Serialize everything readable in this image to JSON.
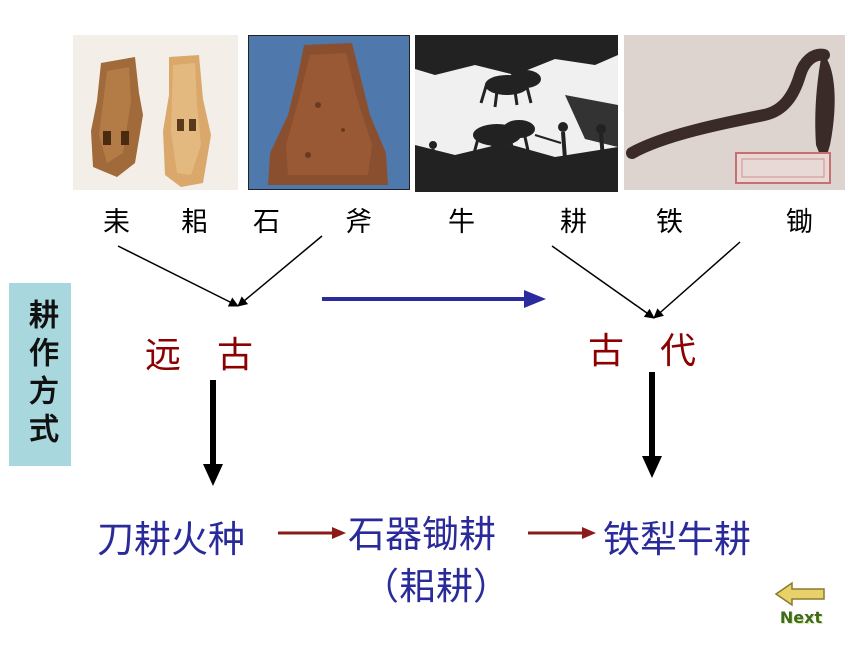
{
  "photos": [
    {
      "name": "plow-blade-photo"
    },
    {
      "name": "stone-axe-photo"
    },
    {
      "name": "ox-plowing-photo"
    },
    {
      "name": "iron-hoe-photo"
    }
  ],
  "tool_labels": [
    "耒",
    "耜",
    "石",
    "斧",
    "牛",
    "耕",
    "铁",
    "锄"
  ],
  "eras": {
    "ancient": "远　古",
    "classical": "古　代"
  },
  "side_label": "耕作方式",
  "stages": {
    "stage1": "刀耕火种",
    "stage2": "石器锄耕",
    "stage2_note": "（耜耕）",
    "stage3": "铁犁牛耕"
  },
  "nav": {
    "next_label": "Next"
  },
  "colors": {
    "era_text": "#8b0000",
    "stage_text": "#2a2a9a",
    "progress_arrow": "#2b2b9e",
    "flow_arrow": "#8b1a1a",
    "side_box": "#a8d8de"
  }
}
